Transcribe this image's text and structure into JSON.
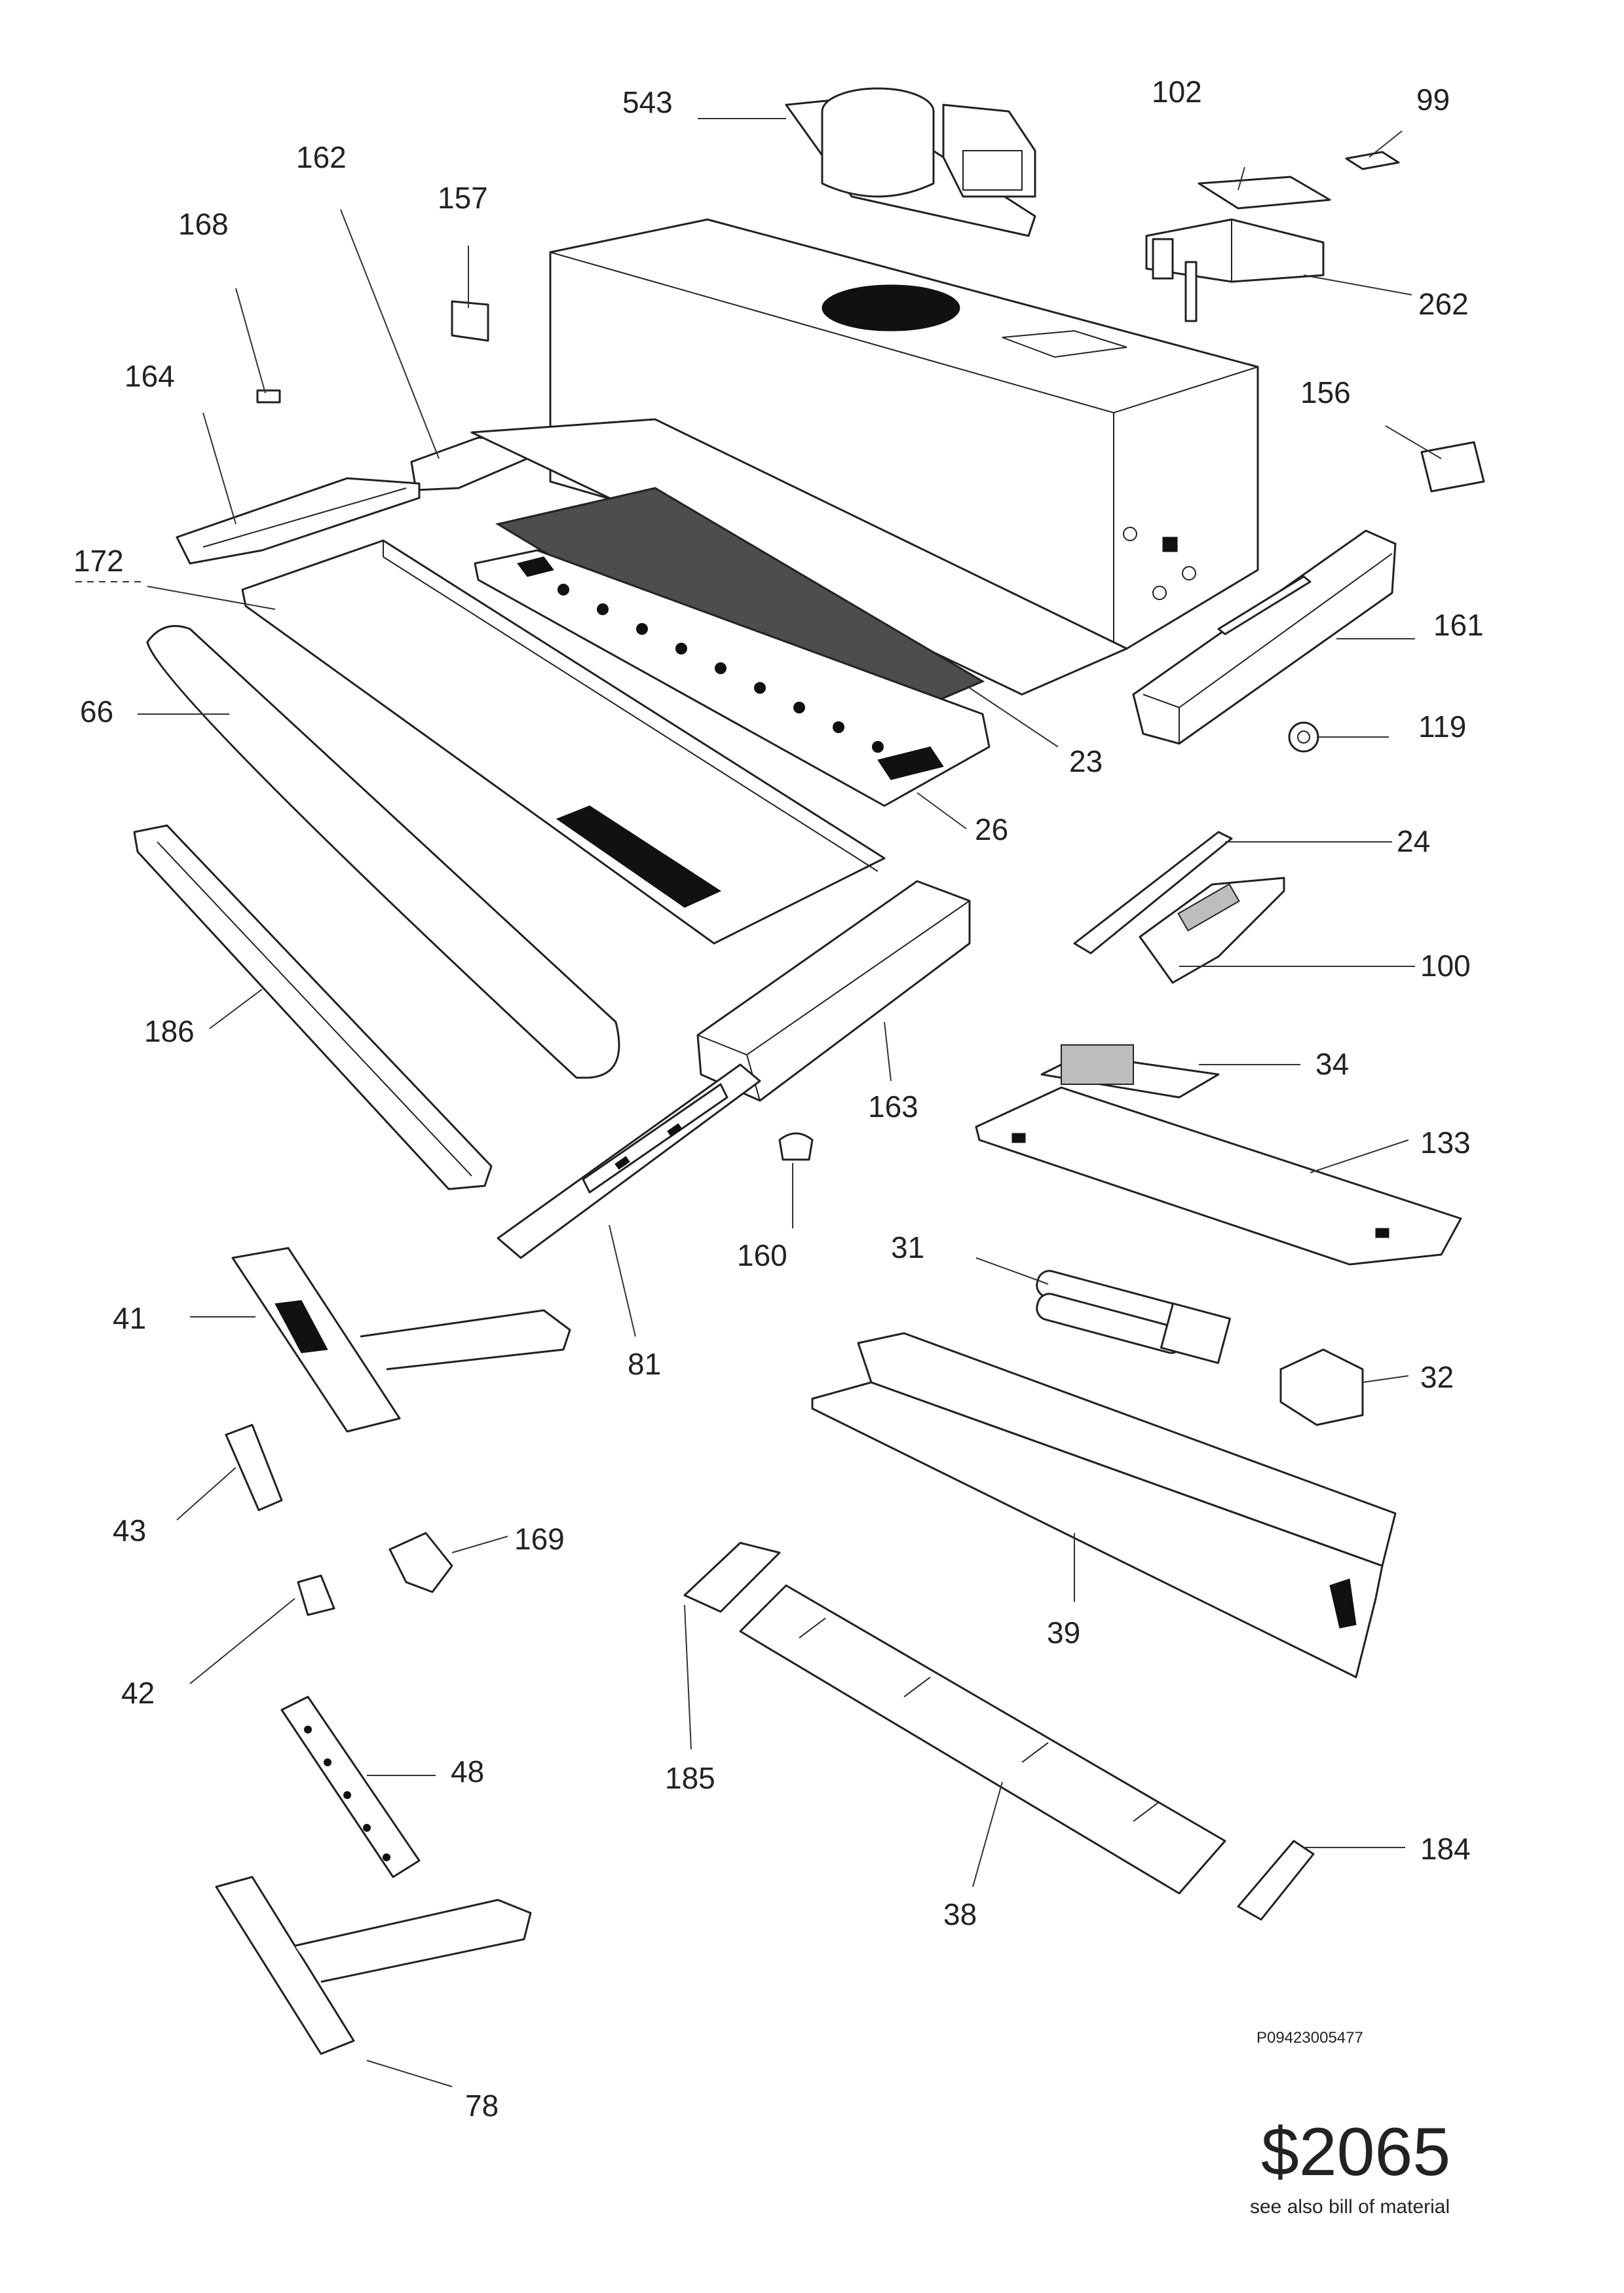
{
  "colors": {
    "line": "#222222",
    "background": "#ffffff",
    "dark_fill": "#111111"
  },
  "parts": [
    {
      "id": "543",
      "label": "543"
    },
    {
      "id": "102",
      "label": "102"
    },
    {
      "id": "99",
      "label": "99"
    },
    {
      "id": "162",
      "label": "162"
    },
    {
      "id": "157",
      "label": "157"
    },
    {
      "id": "168",
      "label": "168"
    },
    {
      "id": "262",
      "label": "262"
    },
    {
      "id": "164",
      "label": "164"
    },
    {
      "id": "156",
      "label": "156"
    },
    {
      "id": "172",
      "label": "172"
    },
    {
      "id": "161",
      "label": "161"
    },
    {
      "id": "66",
      "label": "66"
    },
    {
      "id": "119",
      "label": "119"
    },
    {
      "id": "23",
      "label": "23"
    },
    {
      "id": "26",
      "label": "26"
    },
    {
      "id": "24",
      "label": "24"
    },
    {
      "id": "100",
      "label": "100"
    },
    {
      "id": "186",
      "label": "186"
    },
    {
      "id": "34",
      "label": "34"
    },
    {
      "id": "163",
      "label": "163"
    },
    {
      "id": "133",
      "label": "133"
    },
    {
      "id": "31",
      "label": "31"
    },
    {
      "id": "160",
      "label": "160"
    },
    {
      "id": "41",
      "label": "41"
    },
    {
      "id": "81",
      "label": "81"
    },
    {
      "id": "32",
      "label": "32"
    },
    {
      "id": "43",
      "label": "43"
    },
    {
      "id": "169",
      "label": "169"
    },
    {
      "id": "39",
      "label": "39"
    },
    {
      "id": "42",
      "label": "42"
    },
    {
      "id": "48",
      "label": "48"
    },
    {
      "id": "185",
      "label": "185"
    },
    {
      "id": "184",
      "label": "184"
    },
    {
      "id": "38",
      "label": "38"
    },
    {
      "id": "78",
      "label": "78"
    }
  ],
  "footer": {
    "code": "P09423005477",
    "price": "$2065",
    "note": "see also bill of material"
  }
}
